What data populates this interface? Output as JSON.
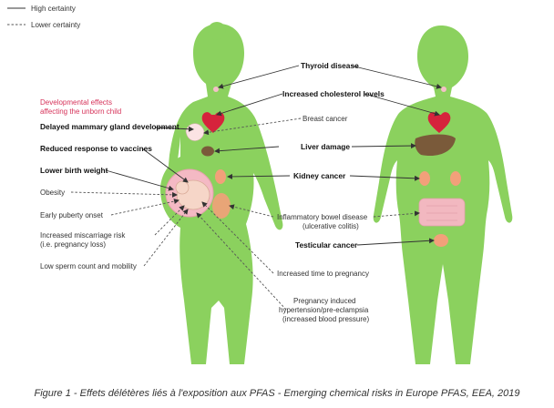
{
  "legend": {
    "high": "High certainty",
    "low": "Lower certainty"
  },
  "dev_heading": {
    "line1": "Developmental effects",
    "line2": "affecting the unborn child"
  },
  "left_labels": {
    "mammary": "Delayed mammary gland development",
    "vaccines": "Reduced response to vaccines",
    "birth_weight": "Lower birth weight",
    "obesity": "Obesity",
    "puberty": "Early puberty onset",
    "miscarriage1": "Increased miscarriage risk",
    "miscarriage2": "(i.e. pregnancy loss)",
    "sperm": "Low sperm count and mobility"
  },
  "center_labels": {
    "thyroid": "Thyroid disease",
    "cholesterol": "Increased cholesterol levels",
    "breast": "Breast cancer",
    "liver": "Liver damage",
    "kidney": "Kidney cancer",
    "ibd1": "Inflammatory bowel disease",
    "ibd2": "(ulcerative colitis)",
    "testicular": "Testicular cancer",
    "time_preg": "Increased time to pregnancy",
    "preg1": "Pregnancy induced",
    "preg2": "hypertension/pre-eclampsia",
    "preg3": "(increased blood pressure)"
  },
  "caption": "Figure 1 - Effets délétères liés à l'exposition aux PFAS - Emerging chemical risks in Europe PFAS, EEA, 2019",
  "colors": {
    "body": "#8bd15e",
    "heart": "#d6233c",
    "liver": "#7a5a3a",
    "kidney": "#f2a07a",
    "womb": "#f4b9c4",
    "fetus": "#f6d6c8",
    "intestine": "#f2b8c0",
    "accent": "#d6335a"
  }
}
